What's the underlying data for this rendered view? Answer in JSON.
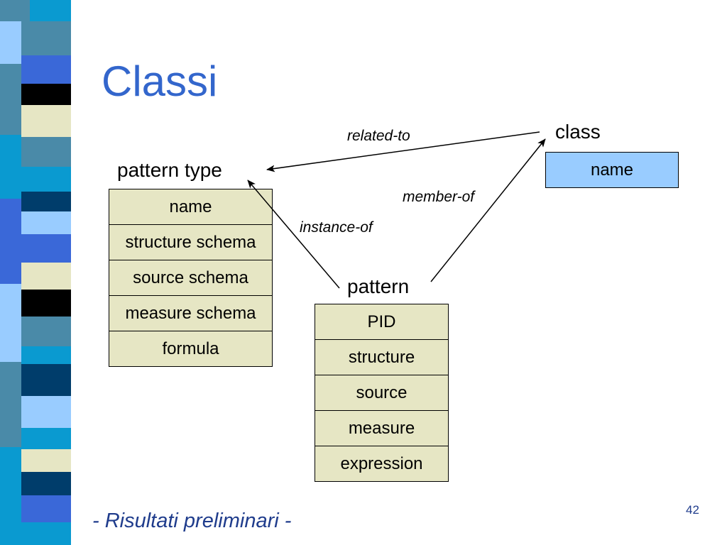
{
  "title": "Classi",
  "entities": {
    "pattern_type": {
      "label": "pattern type",
      "fields": [
        "name",
        "structure schema",
        "source schema",
        "measure schema",
        "formula"
      ]
    },
    "pattern": {
      "label": "pattern",
      "fields": [
        "PID",
        "structure",
        "source",
        "measure",
        "expression"
      ]
    },
    "class": {
      "label": "class",
      "fields": [
        "name"
      ]
    }
  },
  "relationships": {
    "related_to": "related-to",
    "member_of": "member-of",
    "instance_of": "instance-of"
  },
  "footer": "- Risultati preliminari -",
  "page_number": "42",
  "colors": {
    "title": "#3366cc",
    "table_fill": "#e6e6c4",
    "class_fill": "#99ccff",
    "footer": "#1f3c8c"
  }
}
